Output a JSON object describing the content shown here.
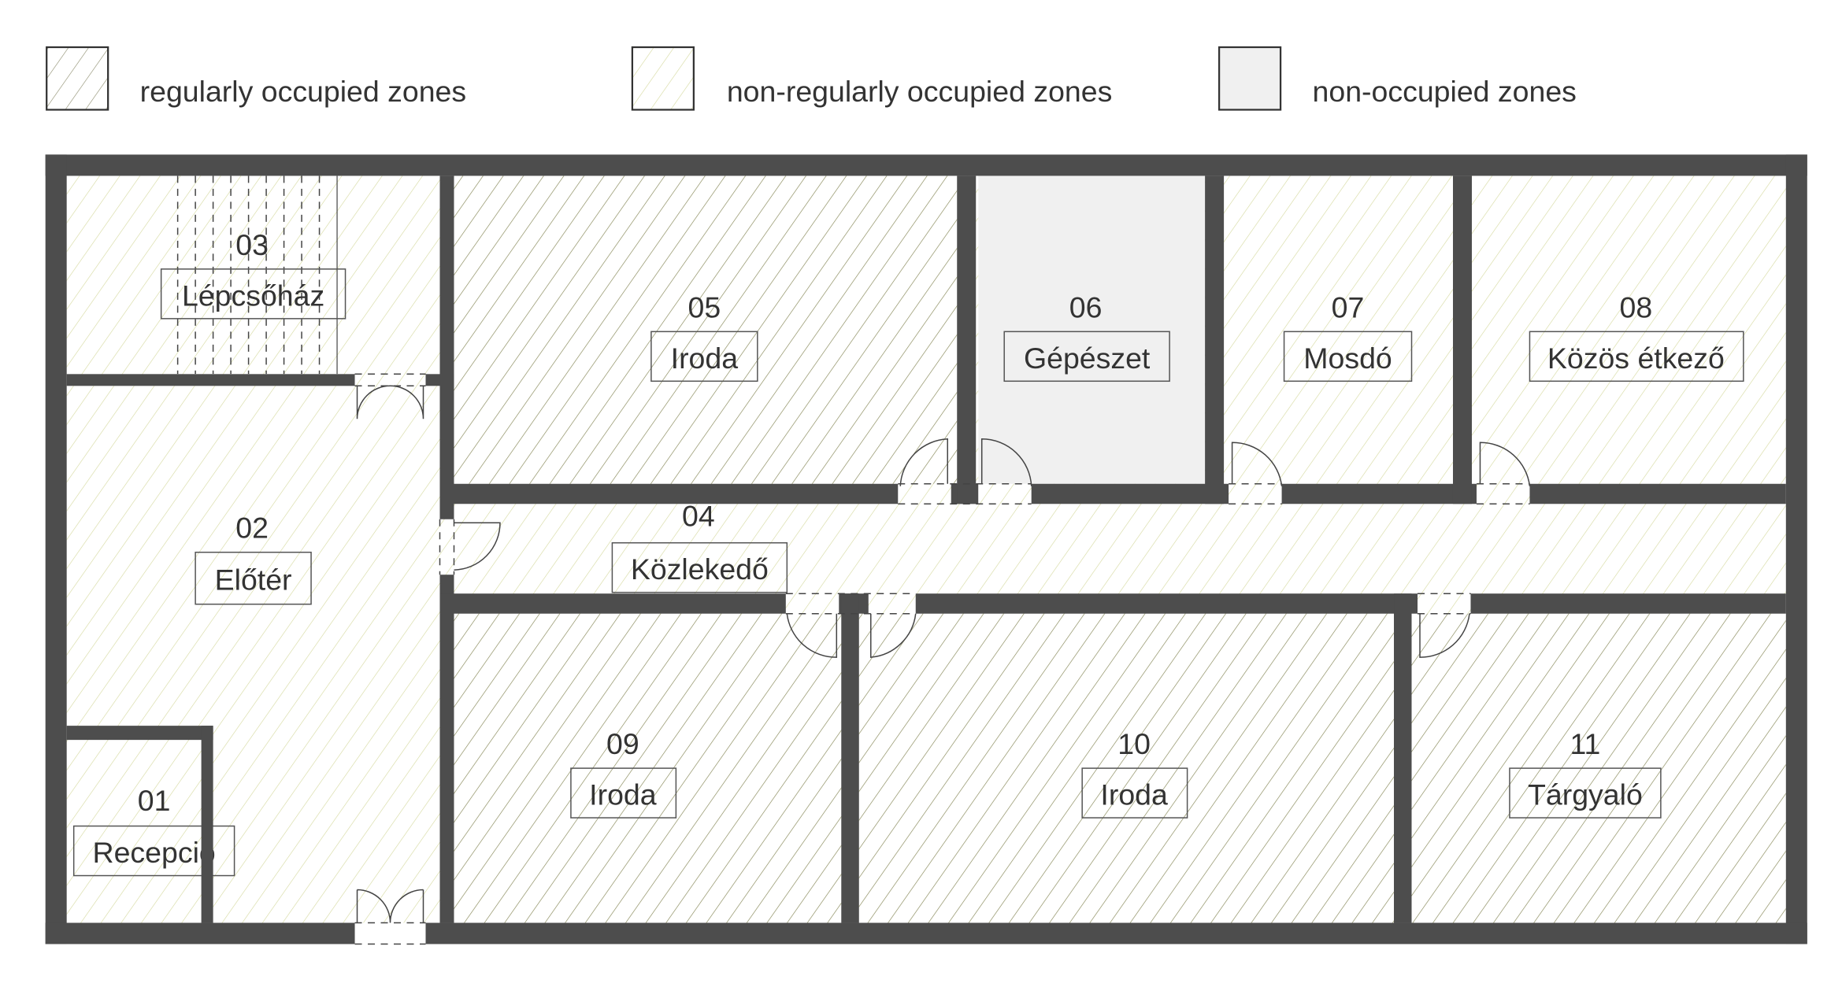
{
  "legend": [
    {
      "label": "regularly occupied zones",
      "pattern": "hatch-dark"
    },
    {
      "label": "non-regularly occupied zones",
      "pattern": "hatch-light"
    },
    {
      "label": "non-occupied zones",
      "pattern": "solid-gray"
    }
  ],
  "colors": {
    "wall": "#4d4d4d",
    "hatch_dark": "#8a8a6a",
    "hatch_light": "#d4d89c",
    "non_occupied": "#f0f0f0"
  },
  "rooms": [
    {
      "number": "01",
      "name": "Recepció",
      "zone": "non-regular"
    },
    {
      "number": "02",
      "name": "Előtér",
      "zone": "non-regular"
    },
    {
      "number": "03",
      "name": "Lépcsőház",
      "zone": "non-regular"
    },
    {
      "number": "04",
      "name": "Közlekedő",
      "zone": "non-regular"
    },
    {
      "number": "05",
      "name": "Iroda",
      "zone": "regular"
    },
    {
      "number": "06",
      "name": "Gépészet",
      "zone": "non-occupied"
    },
    {
      "number": "07",
      "name": "Mosdó",
      "zone": "non-regular"
    },
    {
      "number": "08",
      "name": "Közös étkező",
      "zone": "non-regular"
    },
    {
      "number": "09",
      "name": "Iroda",
      "zone": "regular"
    },
    {
      "number": "10",
      "name": "Iroda",
      "zone": "regular"
    },
    {
      "number": "11",
      "name": "Tárgyaló",
      "zone": "regular"
    }
  ]
}
